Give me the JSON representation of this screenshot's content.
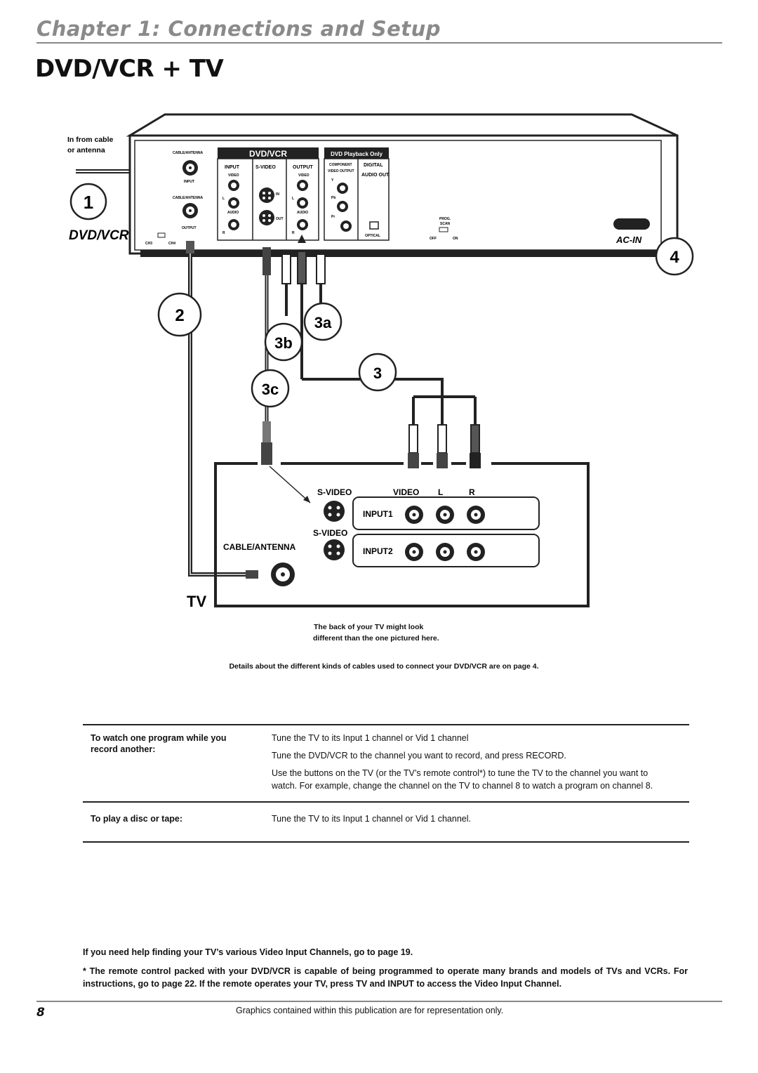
{
  "header": {
    "chapter": "Chapter 1: Connections and Setup",
    "title": "DVD/VCR + TV"
  },
  "diagram": {
    "in_from_cable": "In from cable",
    "or_antenna": "or antenna",
    "step_1": "1",
    "dvd_vcr_label": "DVD/VCR",
    "step_2": "2",
    "step_3": "3",
    "step_3a": "3a",
    "step_3b": "3b",
    "step_3c": "3c",
    "step_4": "4",
    "device": {
      "brand_band": "DVD/VCR",
      "dvd_playback_only": "DVD Playback Only",
      "cable_antenna_top": "CABLE/ANTENNA",
      "input_small": "INPUT",
      "cable_antenna_bottom": "CABLE/ANTENNA",
      "output_small": "OUTPUT",
      "ch3": "CH3",
      "ch4": "CH4",
      "input_header": "INPUT",
      "svideo_header": "S-VIDEO",
      "output_header": "OUTPUT",
      "video_small": "VIDEO",
      "video_small_2": "VIDEO",
      "audio_small": "AUDIO",
      "audio_small_2": "AUDIO",
      "l_small": "L",
      "r_small": "R",
      "l_small_2": "L",
      "r_small_2": "R",
      "in_small": "IN",
      "out_small": "OUT",
      "component": "COMPONENT",
      "video_output": "VIDEO OUTPUT",
      "y": "Y",
      "pb": "Pb",
      "pr": "Pr",
      "digital": "DIGITAL",
      "audio_out": "AUDIO OUT",
      "optical": "OPTICAL",
      "prog": "PROG.",
      "scan": "SCAN",
      "off": "OFF",
      "on": "ON",
      "ac_in": "AC-IN"
    },
    "tv": {
      "label": "TV",
      "svideo_top": "S-VIDEO",
      "video": "VIDEO",
      "l": "L",
      "r": "R",
      "input1": "INPUT1",
      "svideo_bottom": "S-VIDEO",
      "cable_antenna": "CABLE/ANTENNA",
      "input2": "INPUT2"
    }
  },
  "notes": {
    "tv_note_line1": "The back of your TV might look",
    "tv_note_line2": "different than the one pictured here.",
    "details": "Details about the different kinds of cables used to connect your DVD/VCR are on page 4."
  },
  "table": {
    "rows": [
      {
        "task_line1": "To watch one program while you",
        "task_line2": "record another:",
        "steps": [
          "Tune the TV to its Input 1 channel or Vid 1 channel",
          "Tune the DVD/VCR to the channel you want to record, and press RECORD.",
          "Use the buttons on the TV (or the TV’s remote control*) to tune the TV to the channel you want to",
          "watch. For example, change the channel on the TV to channel 8 to watch a program on channel 8."
        ]
      },
      {
        "task_line1": "To play a disc or tape:",
        "steps": [
          "Tune the TV to its Input 1 channel or Vid 1 channel."
        ]
      }
    ]
  },
  "footnotes": {
    "help": "If you need help finding your TV’s various Video Input Channels, go to page 19.",
    "remote": "* The remote control packed with your DVD/VCR is capable of being programmed to operate many brands and models of TVs and VCRs. For instructions, go to page 22. If the remote operates your TV, press TV and INPUT to access the Video Input Channel."
  },
  "footer": {
    "page_number": "8",
    "note": "Graphics contained within this publication are for representation only."
  }
}
